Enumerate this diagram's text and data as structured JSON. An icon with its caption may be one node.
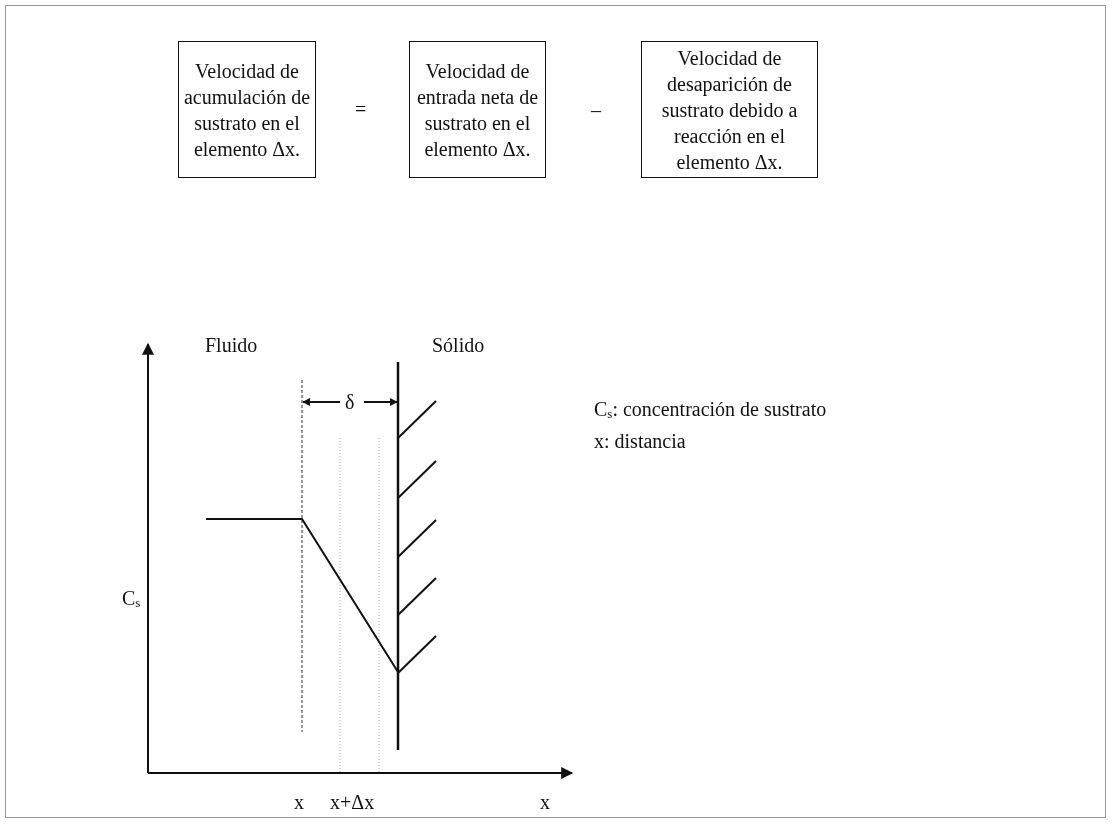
{
  "diagram": {
    "nodes": [
      {
        "text": [
          "Velocidad de acumulación de sustrato en el elemento Δx."
        ]
      },
      {
        "text": [
          "Velocidad de entrada neta de sustrato en el elemento Δx."
        ]
      },
      {
        "text": [
          "Velocidad de desaparición de sustrato debido a reacción en el elemento Δx."
        ]
      }
    ],
    "edges": [],
    "labels": [
      "=",
      "_",
      "Fluido",
      "Sólido",
      "δ",
      "C$_{s}$: concentración de sustrato",
      "x: distancia",
      "C$_{s}$",
      "x",
      "x+Δx",
      "x"
    ]
  }
}
